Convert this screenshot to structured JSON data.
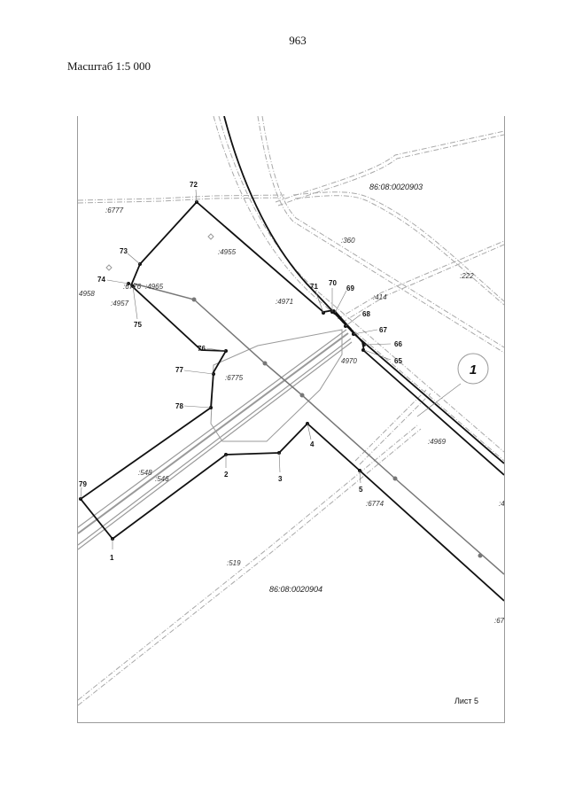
{
  "header": {
    "page_number": "963",
    "scale": "Масштаб 1:5 000"
  },
  "map": {
    "sheet_label": "Лист 5",
    "zone_marker": "1",
    "quarters": [
      {
        "id": "q-north",
        "label": "86:08:0020903"
      },
      {
        "id": "q-south",
        "label": "86:08:0020904"
      }
    ],
    "parcels": [
      {
        "id": "p6777",
        "label": ":6777"
      },
      {
        "id": "p4955",
        "label": ":4955"
      },
      {
        "id": "p4958",
        "label": "4958"
      },
      {
        "id": "p4957",
        "label": ":4957"
      },
      {
        "id": "p6776",
        "label": ":6776"
      },
      {
        "id": "p4965",
        "label": ":4965"
      },
      {
        "id": "p4971",
        "label": ":4971"
      },
      {
        "id": "p360",
        "label": ":360"
      },
      {
        "id": "p222",
        "label": ":222"
      },
      {
        "id": "p414",
        "label": ":414"
      },
      {
        "id": "p4970",
        "label": "4970"
      },
      {
        "id": "p6775",
        "label": ":6775"
      },
      {
        "id": "p4969",
        "label": ":4969"
      },
      {
        "id": "p548",
        "label": ":548"
      },
      {
        "id": "p546",
        "label": ":546"
      },
      {
        "id": "p6774",
        "label": ":6774"
      },
      {
        "id": "p519",
        "label": ":519"
      },
      {
        "id": "p4edge",
        "label": ":4"
      },
      {
        "id": "p67edge",
        "label": ":67"
      }
    ],
    "points": [
      {
        "id": "1",
        "label": "1"
      },
      {
        "id": "2",
        "label": "2"
      },
      {
        "id": "3",
        "label": "3"
      },
      {
        "id": "4",
        "label": "4"
      },
      {
        "id": "5",
        "label": "5"
      },
      {
        "id": "65",
        "label": "65"
      },
      {
        "id": "66",
        "label": "66"
      },
      {
        "id": "67",
        "label": "67"
      },
      {
        "id": "68",
        "label": "68"
      },
      {
        "id": "69",
        "label": "69"
      },
      {
        "id": "70",
        "label": "70"
      },
      {
        "id": "71",
        "label": "71"
      },
      {
        "id": "72",
        "label": "72"
      },
      {
        "id": "73",
        "label": "73"
      },
      {
        "id": "74",
        "label": "74"
      },
      {
        "id": "75",
        "label": "75"
      },
      {
        "id": "76",
        "label": "76"
      },
      {
        "id": "77",
        "label": "77"
      },
      {
        "id": "78",
        "label": "78"
      },
      {
        "id": "79",
        "label": "79"
      }
    ],
    "colors": {
      "boundary": "#111111",
      "road": "#a8a8a8",
      "axis": "#777777",
      "frame": "#9a9a9a"
    }
  }
}
